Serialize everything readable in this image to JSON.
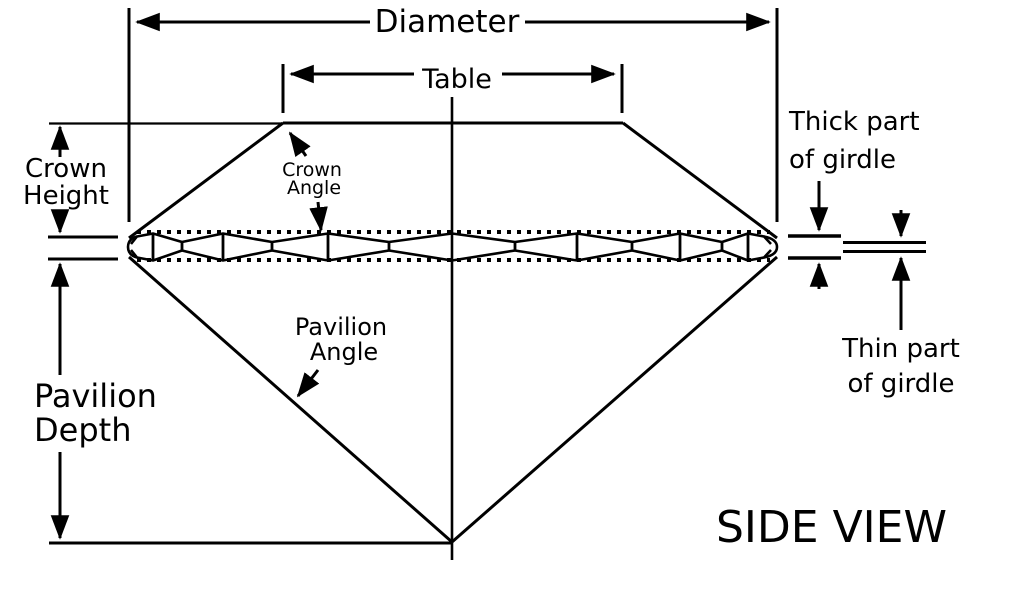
{
  "diagram": {
    "title": "SIDE VIEW",
    "labels": {
      "diameter": "Diameter",
      "table": "Table",
      "crown_height_line1": "Crown",
      "crown_height_line2": "Height",
      "crown_angle_line1": "Crown",
      "crown_angle_line2": "Angle",
      "pavilion_angle_line1": "Pavilion",
      "pavilion_angle_line2": "Angle",
      "pavilion_depth_line1": "Pavilion",
      "pavilion_depth_line2": "Depth",
      "thick_girdle_line1": "Thick part",
      "thick_girdle_line2": "of girdle",
      "thin_girdle_line1": "Thin part",
      "thin_girdle_line2": "of girdle"
    },
    "colors": {
      "line": "#000000",
      "background": "#ffffff"
    }
  }
}
